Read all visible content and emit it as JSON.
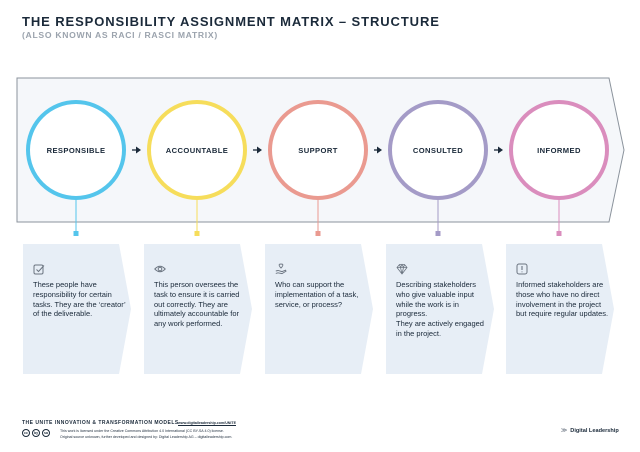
{
  "header": {
    "title": "THE RESPONSIBILITY ASSIGNMENT MATRIX – STRUCTURE",
    "subtitle": "(ALSO KNOWN AS RACI / RASCI MATRIX)"
  },
  "colors": {
    "banner_fill": "#f5f7fa",
    "banner_stroke": "#8b939c",
    "card_fill": "#e7eef6",
    "arrow": "#1b2a3a"
  },
  "stages": [
    {
      "label": "RESPONSIBLE",
      "color": "#54c5ec",
      "icon": "checkbox-icon",
      "text": "These people have responsibility for certain tasks. They are the ‘creator’ of the deliverable."
    },
    {
      "label": "ACCOUNTABLE",
      "color": "#f6dd5b",
      "icon": "eye-icon",
      "text": "This person oversees the task to ensure it is carried out correctly. They are ultimately accountable for any work performed."
    },
    {
      "label": "SUPPORT",
      "color": "#ea9a90",
      "icon": "hand-heart-icon",
      "text": "Who can support the implementation of a task, service, or process?"
    },
    {
      "label": "CONSULTED",
      "color": "#a49bc7",
      "icon": "diamond-icon",
      "text": "Describing stakeholders who give valuable input while the work is in progress.\nThey are actively engaged in the project."
    },
    {
      "label": "INFORMED",
      "color": "#da8dbd",
      "icon": "info-icon",
      "text": "Informed stakeholders are those who have no direct involvement in the project but require regular updates."
    }
  ],
  "footer": {
    "brand": "THE UNITE INNOVATION & TRANSFORMATION MODELS",
    "url": "www.digitalleadership.com/UNITE",
    "license": "This work is licensed under the Creative Commons Attribution 4.0 International (CC BY-SA 4.0) license.",
    "source": "Original source unknown, further developed and designed by: Digital Leadership AG – digitalleadership.com.",
    "cc_icons": [
      "cc",
      "by",
      "sa"
    ],
    "company": "Digital Leadership"
  }
}
